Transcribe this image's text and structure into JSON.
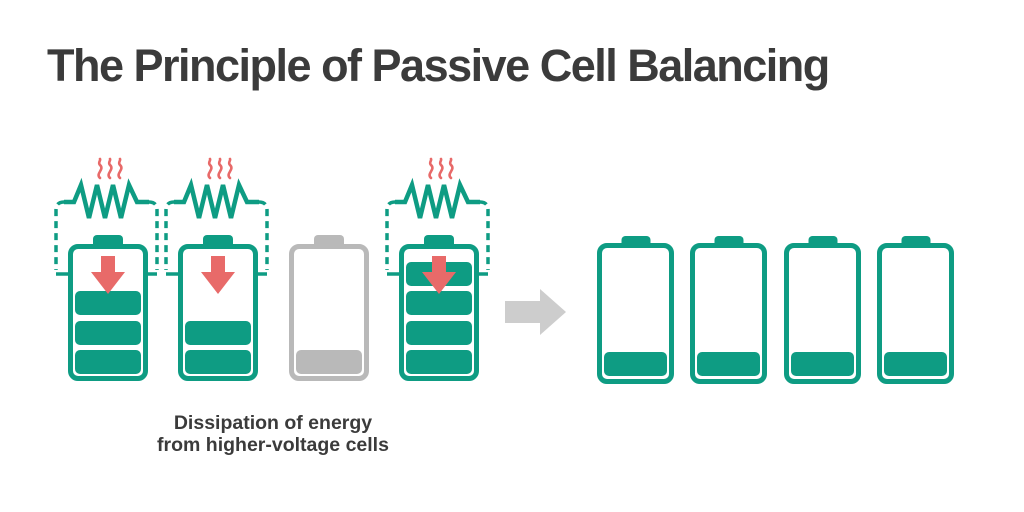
{
  "title": "The Principle of Passive Cell Balancing",
  "caption": {
    "line1": "Dissipation of energy",
    "line2": "from higher-voltage cells"
  },
  "colors": {
    "teal": "#0E9C83",
    "red": "#E86A69",
    "gray": "#B9B9B9",
    "arrow_gray": "#CDCDCD",
    "ink": "#3B3B3B"
  },
  "diagram": {
    "max_bars": 4,
    "left_group": {
      "name": "unbalanced-cells-before",
      "batteries": [
        {
          "label": "cell-1",
          "bars": 3,
          "variant": "teal",
          "resistor": true,
          "heat_waves": true,
          "discharge_arrow": true
        },
        {
          "label": "cell-2",
          "bars": 2,
          "variant": "teal",
          "resistor": true,
          "heat_waves": true,
          "discharge_arrow": true
        },
        {
          "label": "cell-3",
          "bars": 1,
          "variant": "gray",
          "resistor": false,
          "heat_waves": false,
          "discharge_arrow": false
        },
        {
          "label": "cell-4",
          "bars": 4,
          "variant": "teal",
          "resistor": true,
          "heat_waves": true,
          "discharge_arrow": true
        }
      ]
    },
    "transition": {
      "icon": "right-arrow"
    },
    "right_group": {
      "name": "balanced-cells-after",
      "batteries": [
        {
          "label": "balanced-cell-1",
          "bars": 1,
          "variant": "teal"
        },
        {
          "label": "balanced-cell-2",
          "bars": 1,
          "variant": "teal"
        },
        {
          "label": "balanced-cell-3",
          "bars": 1,
          "variant": "teal"
        },
        {
          "label": "balanced-cell-4",
          "bars": 1,
          "variant": "teal"
        }
      ]
    }
  }
}
